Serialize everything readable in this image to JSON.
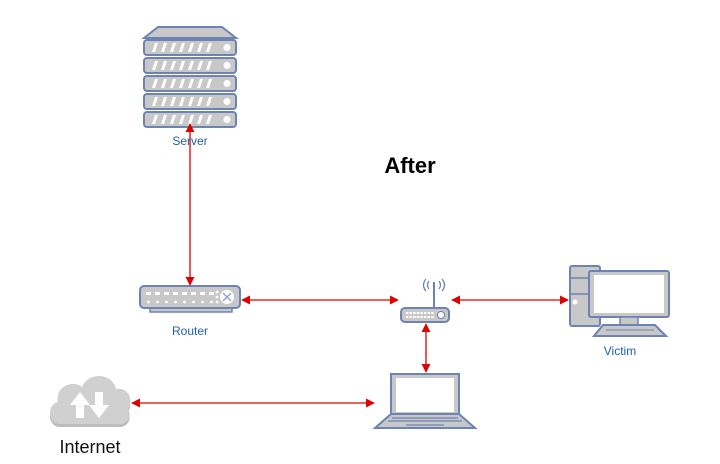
{
  "diagram": {
    "title": "After",
    "nodes": {
      "server": {
        "label": "Server",
        "icon": "server-rack-icon"
      },
      "router": {
        "label": "Router",
        "icon": "network-switch-icon"
      },
      "wifi": {
        "label": "",
        "icon": "wireless-access-point-icon"
      },
      "victim": {
        "label": "Victim",
        "icon": "desktop-computer-icon"
      },
      "laptop": {
        "label": "",
        "icon": "laptop-icon"
      },
      "internet": {
        "label": "Internet",
        "icon": "cloud-icon"
      }
    },
    "edges": [
      {
        "from": "server",
        "to": "router",
        "bidirectional": true
      },
      {
        "from": "router",
        "to": "wifi",
        "bidirectional": true
      },
      {
        "from": "wifi",
        "to": "victim",
        "bidirectional": true
      },
      {
        "from": "wifi",
        "to": "laptop",
        "bidirectional": true
      },
      {
        "from": "internet",
        "to": "laptop",
        "bidirectional": true
      }
    ],
    "colors": {
      "edge": "#e00000",
      "icon_stroke": "#6d83b3",
      "icon_fill": "#c8c8c8",
      "label": "#1f5fb0",
      "cloud": "#cccccc"
    }
  }
}
